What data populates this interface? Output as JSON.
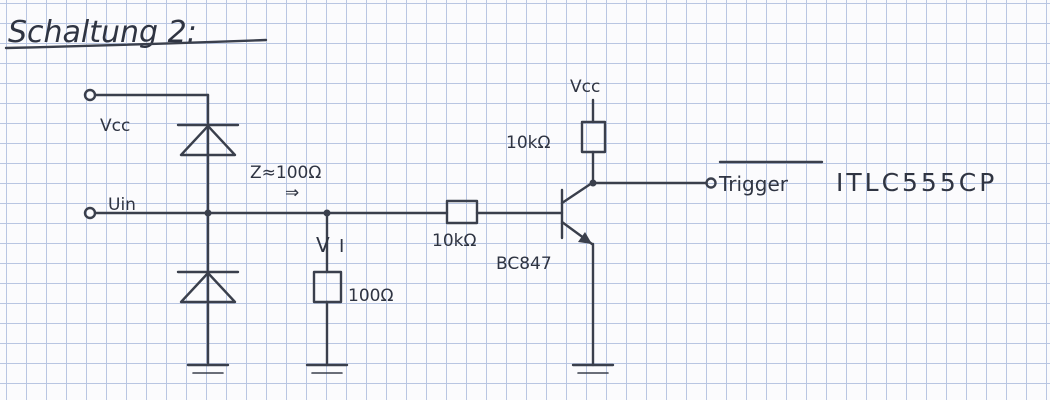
{
  "title": "Schaltung 2:",
  "labels": {
    "vcc_left": "Vcc",
    "uin": "Uin",
    "impedance": "Z≈100Ω",
    "impedance_arrow": "⇒",
    "voltage_arrow": "V",
    "voltage_mark": "I",
    "r_load": "100Ω",
    "r_base": "10kΩ",
    "r_collector": "10kΩ",
    "vcc_top": "Vcc",
    "transistor": "BC847",
    "trigger_output": "Trigger",
    "trigger_ic": "ITLC555CP"
  }
}
